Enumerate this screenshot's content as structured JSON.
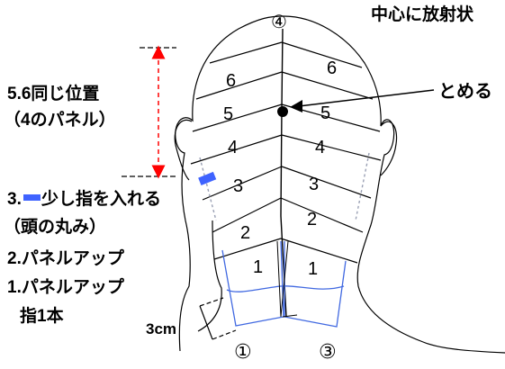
{
  "texts": {
    "top_right": "中心に放射状",
    "top_circle": "④",
    "same_position": "5.6同じ位置",
    "four_panels": "（4のパネル）",
    "stop": "とめる",
    "finger_in_prefix": "3.",
    "finger_in_suffix": "少し指を入れる",
    "head_round": "（頭の丸み）",
    "panel_up_2": "2.パネルアップ",
    "panel_up_1": "1.パネルアップ",
    "one_finger": "指1本",
    "three_cm": "3cm",
    "circle_1": "①",
    "circle_3": "③"
  },
  "left_panels": [
    "6",
    "5",
    "4",
    "3",
    "2",
    "1"
  ],
  "right_panels": [
    "6",
    "5",
    "4",
    "3",
    "2",
    "1"
  ],
  "colors": {
    "line": "#000000",
    "measure_red": "#ff0000",
    "marker_blue": "#3f63ff",
    "guide_blue": "#4169e1",
    "dash_gray": "#9aa0b4"
  }
}
